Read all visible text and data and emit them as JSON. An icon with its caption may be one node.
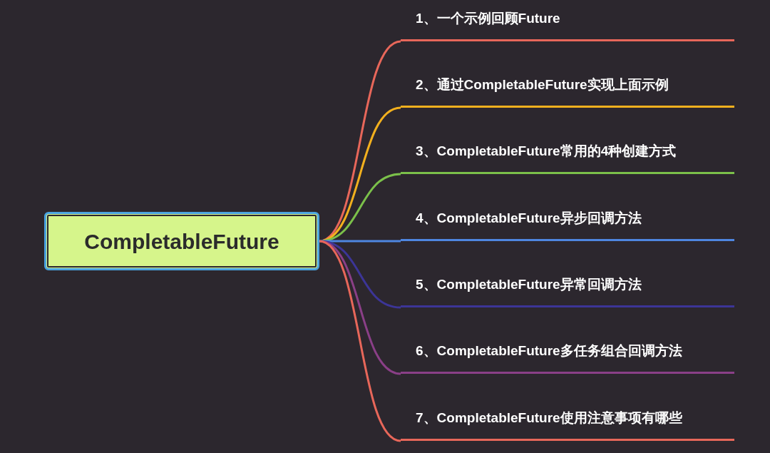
{
  "diagram": {
    "nodes": [
      {
        "text": [
          "CompletableFuture"
        ]
      },
      {
        "text": [
          "1、一个示例回顾Future"
        ]
      },
      {
        "text": [
          "2、通过CompletableFuture实现上面示例"
        ]
      },
      {
        "text": [
          "3、CompletableFuture常用的4种创建方式"
        ]
      },
      {
        "text": [
          "4、CompletableFuture异步回调方法"
        ]
      },
      {
        "text": [
          "5、CompletableFuture异常回调方法"
        ]
      },
      {
        "text": [
          "6、CompletableFuture多任务组合回调方法"
        ]
      },
      {
        "text": [
          "7、CompletableFuture使用注意事项有哪些"
        ]
      }
    ],
    "edges": [
      {
        "from": 0,
        "to": 1,
        "arrow": "none",
        "color": "#e8675a"
      },
      {
        "from": 0,
        "to": 2,
        "arrow": "none",
        "color": "#f2b01e"
      },
      {
        "from": 0,
        "to": 3,
        "arrow": "none",
        "color": "#7bc04a"
      },
      {
        "from": 0,
        "to": 4,
        "arrow": "none",
        "color": "#4e86e0"
      },
      {
        "from": 0,
        "to": 5,
        "arrow": "none",
        "color": "#3c3597"
      },
      {
        "from": 0,
        "to": 6,
        "arrow": "none",
        "color": "#8a3f87"
      },
      {
        "from": 0,
        "to": 7,
        "arrow": "none",
        "color": "#e8675a"
      }
    ]
  }
}
